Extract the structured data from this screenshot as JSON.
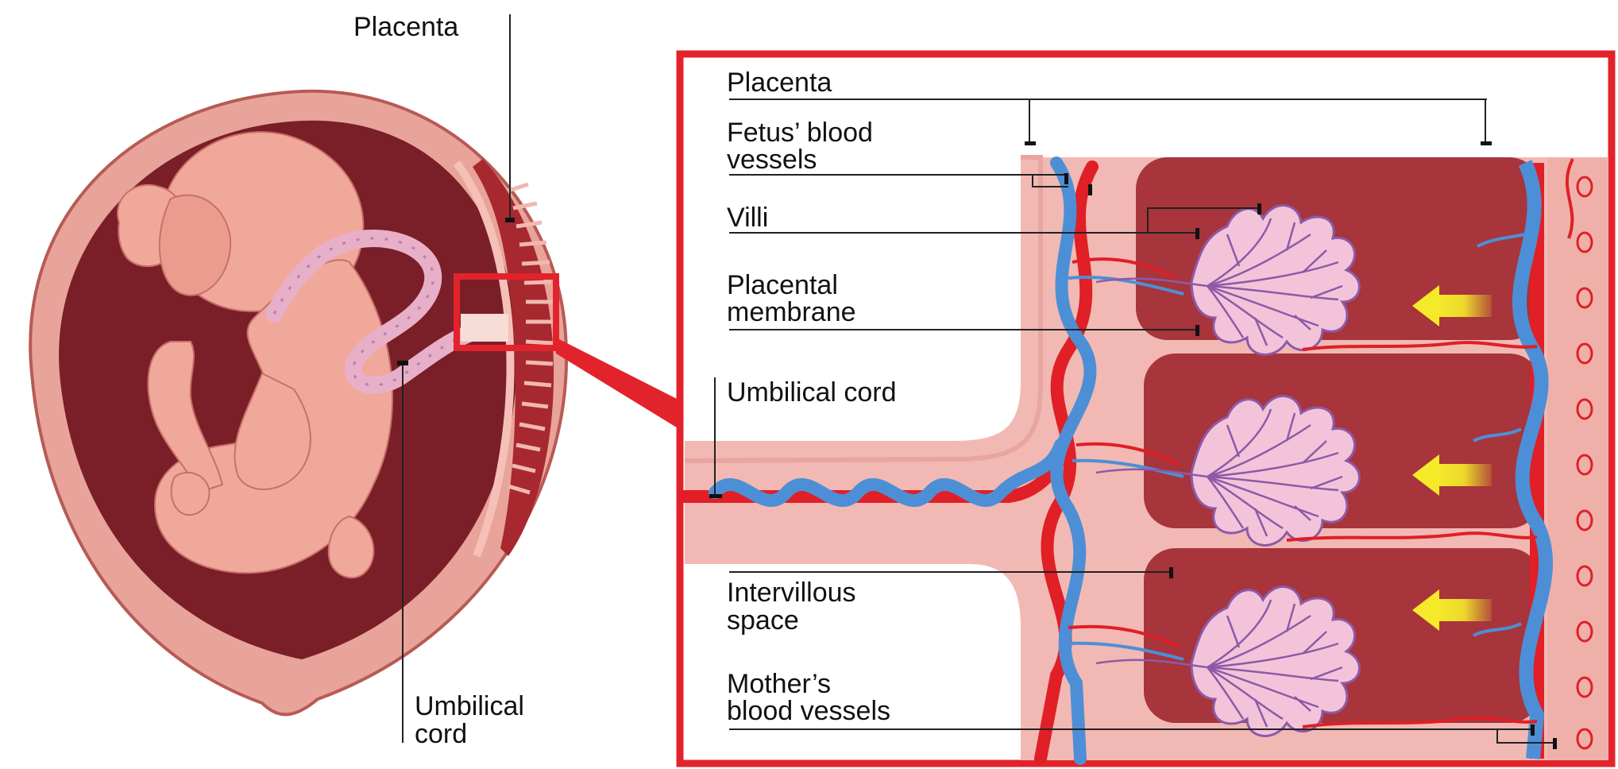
{
  "left_panel": {
    "labels": {
      "placenta": "Placenta",
      "umbilical_cord_line1": "Umbilical",
      "umbilical_cord_line2": "cord"
    }
  },
  "right_panel": {
    "labels": {
      "placenta": "Placenta",
      "fetus_blood_vessels_line1": "Fetus’ blood",
      "fetus_blood_vessels_line2": "vessels",
      "villi": "Villi",
      "placental_membrane_line1": "Placental",
      "placental_membrane_line2": "membrane",
      "umbilical_cord": "Umbilical cord",
      "intervillous_space_line1": "Intervillous",
      "intervillous_space_line2": "space",
      "mothers_blood_vessels_line1": "Mother’s",
      "mothers_blood_vessels_line2": "blood vessels"
    }
  },
  "colors": {
    "highlight_frame": "#e3232b",
    "artery_red": "#e01f26",
    "vein_blue": "#4d8fd6",
    "tissue_pink": "#f4b8b3",
    "tissue_dark": "#a8343c",
    "fetus_skin": "#f0a89a",
    "villi_fill": "#f3c4d9",
    "villi_outline": "#8d5aa8",
    "flow_arrow": "#f4ea2a",
    "leader_line": "#222222"
  },
  "icons": {
    "flow_arrow": "arrow-left-icon"
  }
}
